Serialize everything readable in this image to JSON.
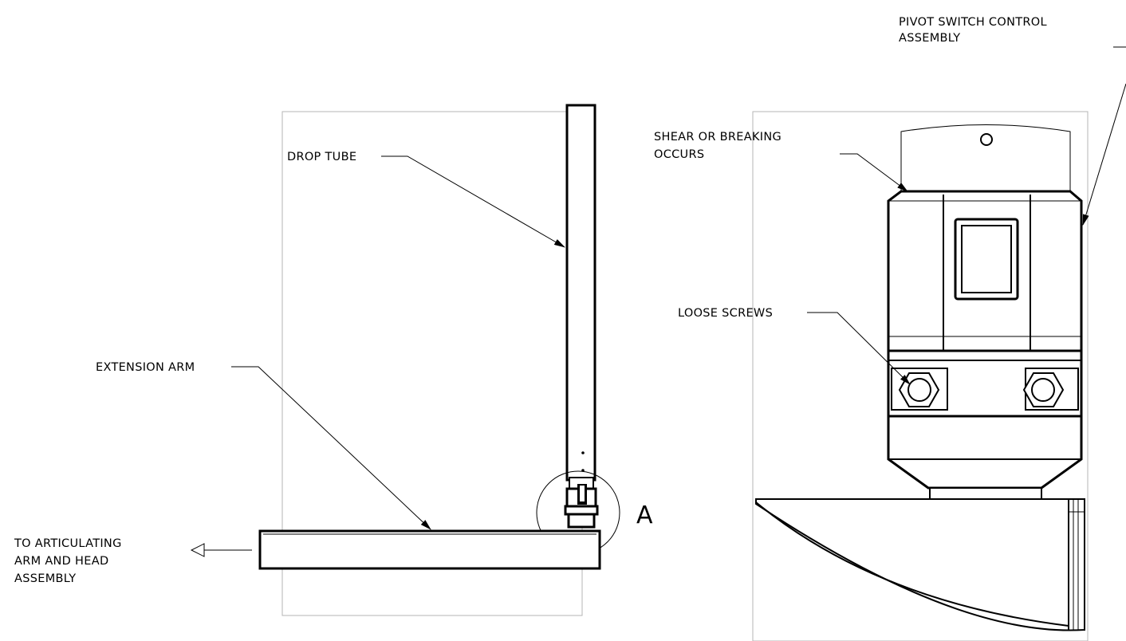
{
  "labels": {
    "drop_tube": "DROP TUBE",
    "extension_arm": "EXTENSION ARM",
    "to_articulating_1": "TO ARTICULATING",
    "to_articulating_2": "ARM AND HEAD",
    "to_articulating_3": "ASSEMBLY",
    "detail_marker": "A",
    "shear_1": "SHEAR OR BREAKING",
    "shear_2": "OCCURS",
    "loose_screws": "LOOSE SCREWS",
    "pivot_1": "PIVOT SWITCH CONTROL",
    "pivot_2": "ASSEMBLY"
  },
  "colors": {
    "line": "#000000",
    "frame": "#b4b4b4",
    "background": "#ffffff"
  }
}
